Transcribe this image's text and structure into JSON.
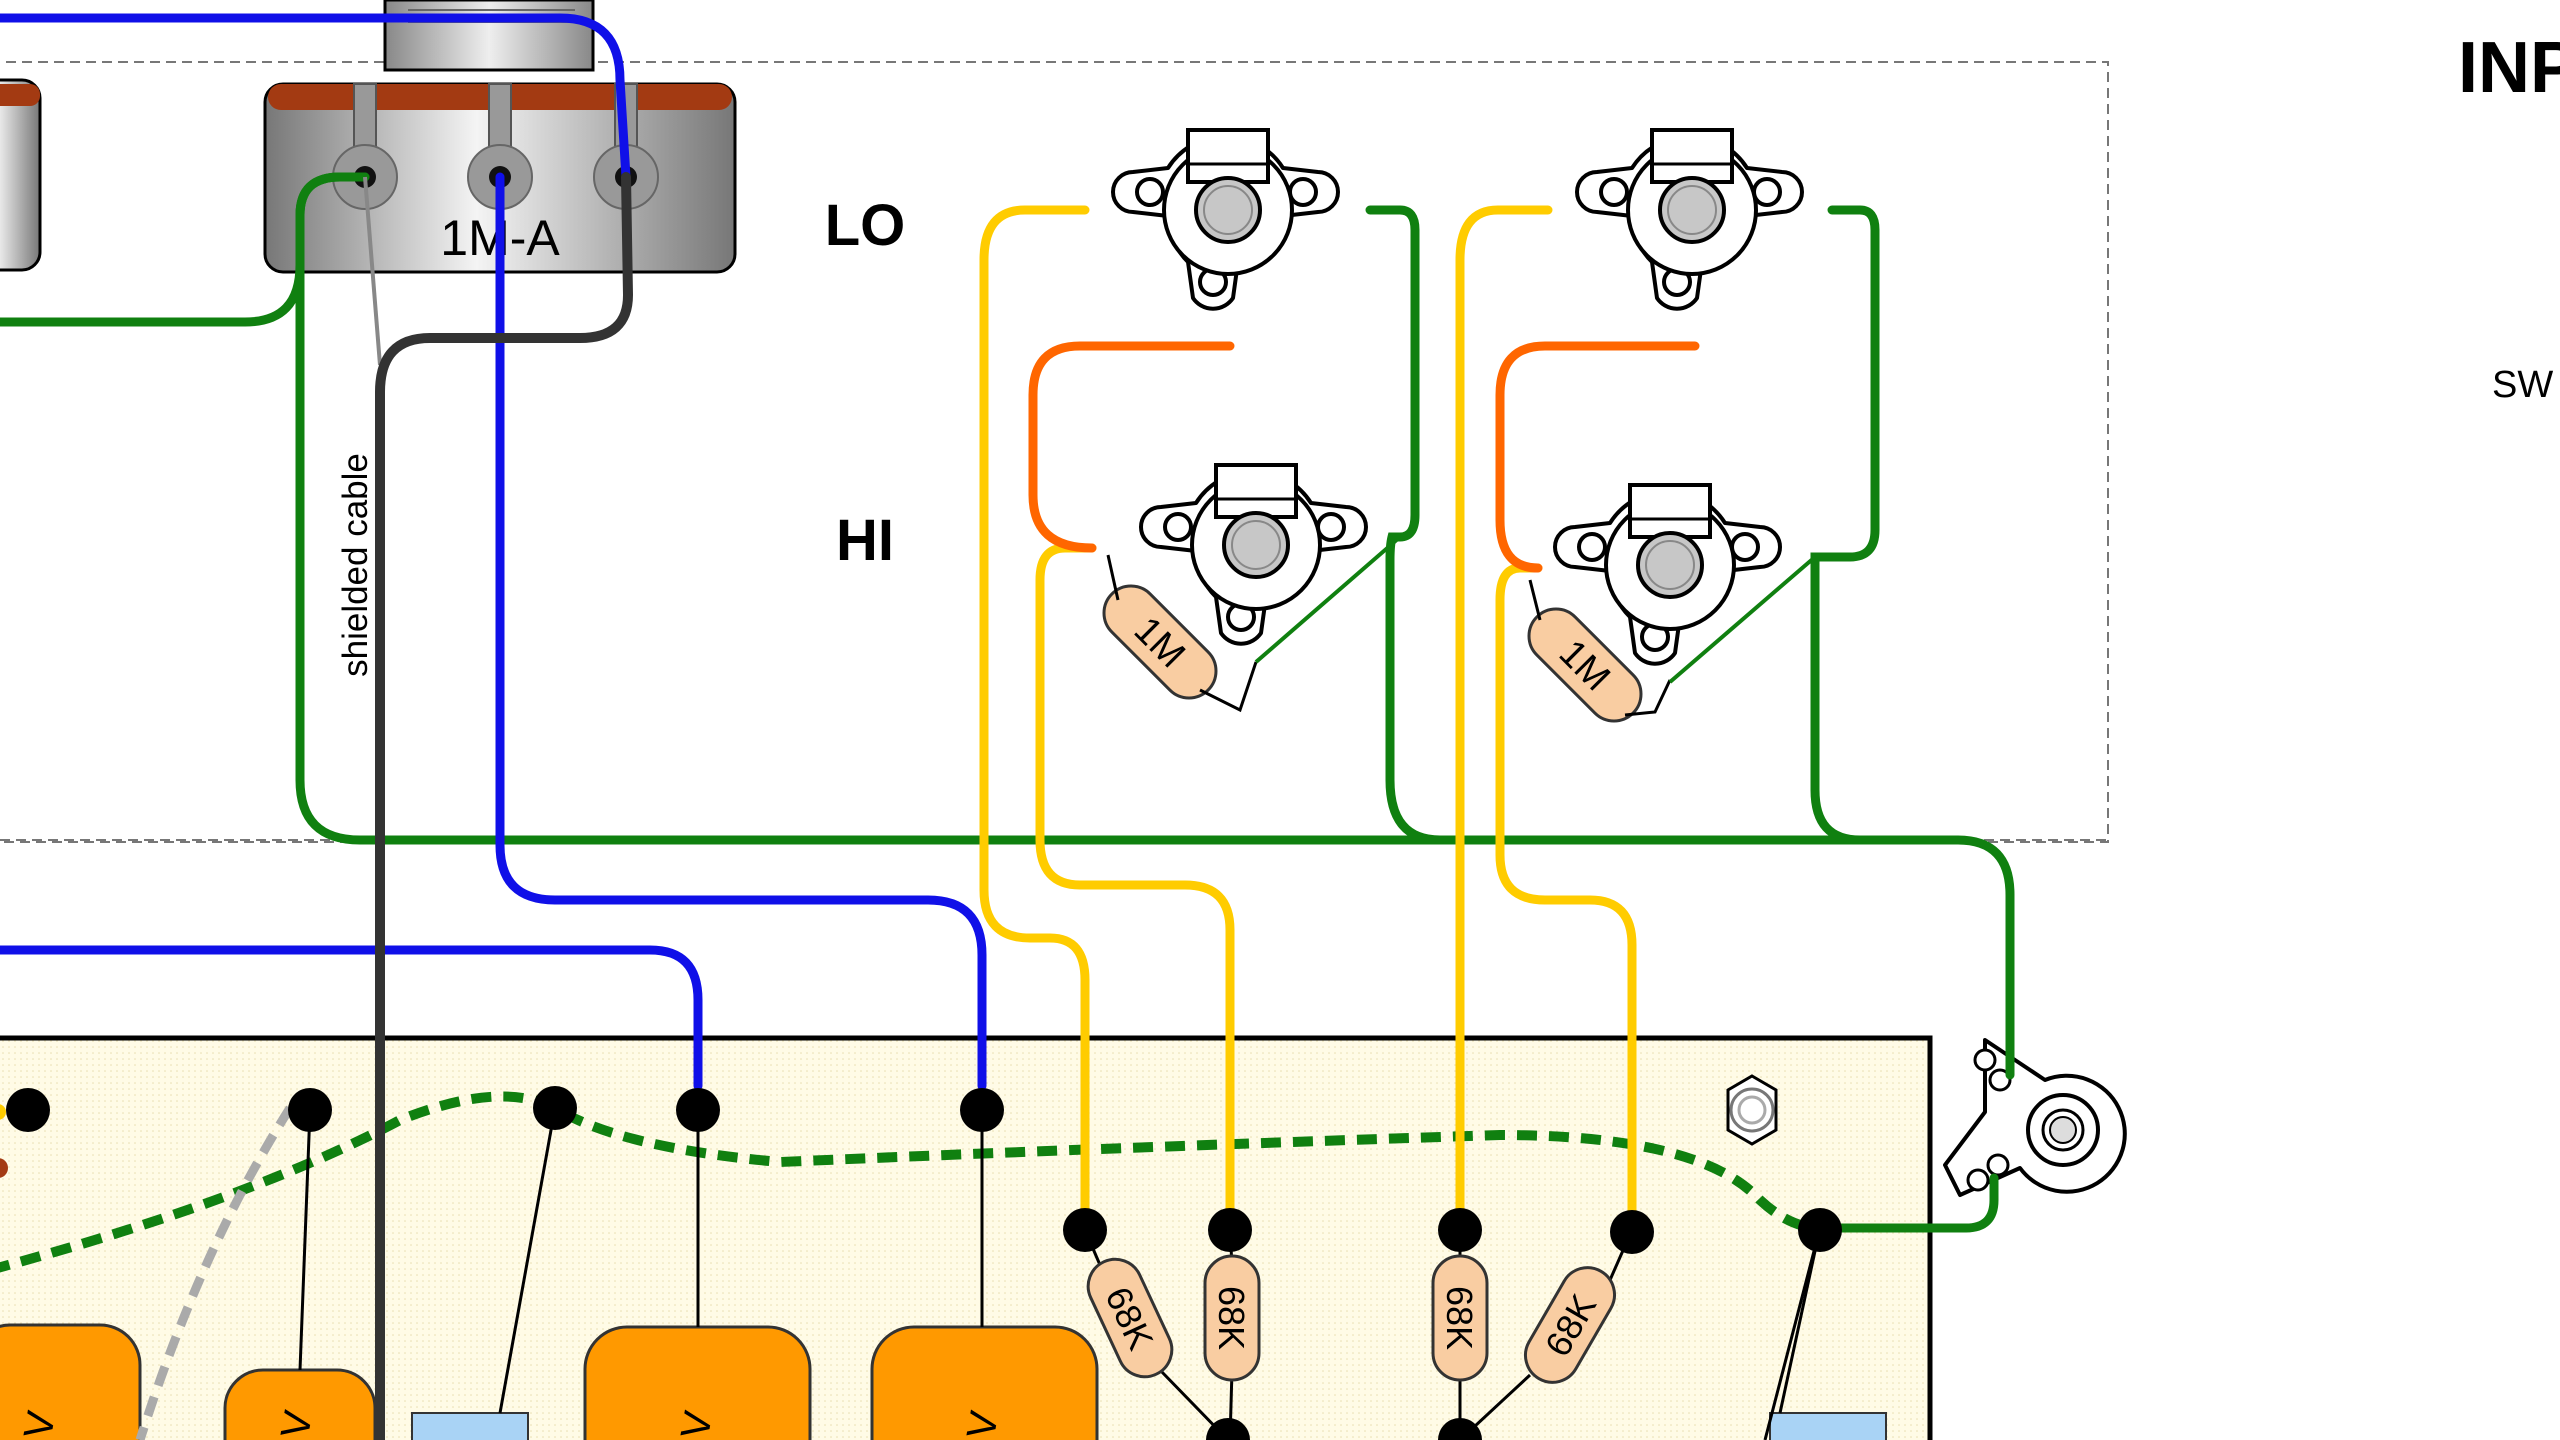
{
  "labels": {
    "lo": "LO",
    "hi": "HI",
    "pot_value": "1M-A",
    "shielded_cable": "shielded cable",
    "header_partial": "INP",
    "side_partial": "SW"
  },
  "resistors": {
    "jack_1": "1M",
    "jack_2": "1M",
    "board_1": "68K",
    "board_2": "68K",
    "board_3": "68K",
    "board_4": "68K"
  },
  "colors": {
    "green": "#108010",
    "blue": "#1010e8",
    "yellow": "#ffcc00",
    "orange": "#ff6600",
    "dark": "#333333",
    "board": "#fffbe6",
    "tube": "#ff9900",
    "resistor": "#f9cda2",
    "cap": "#a9d3f5"
  }
}
